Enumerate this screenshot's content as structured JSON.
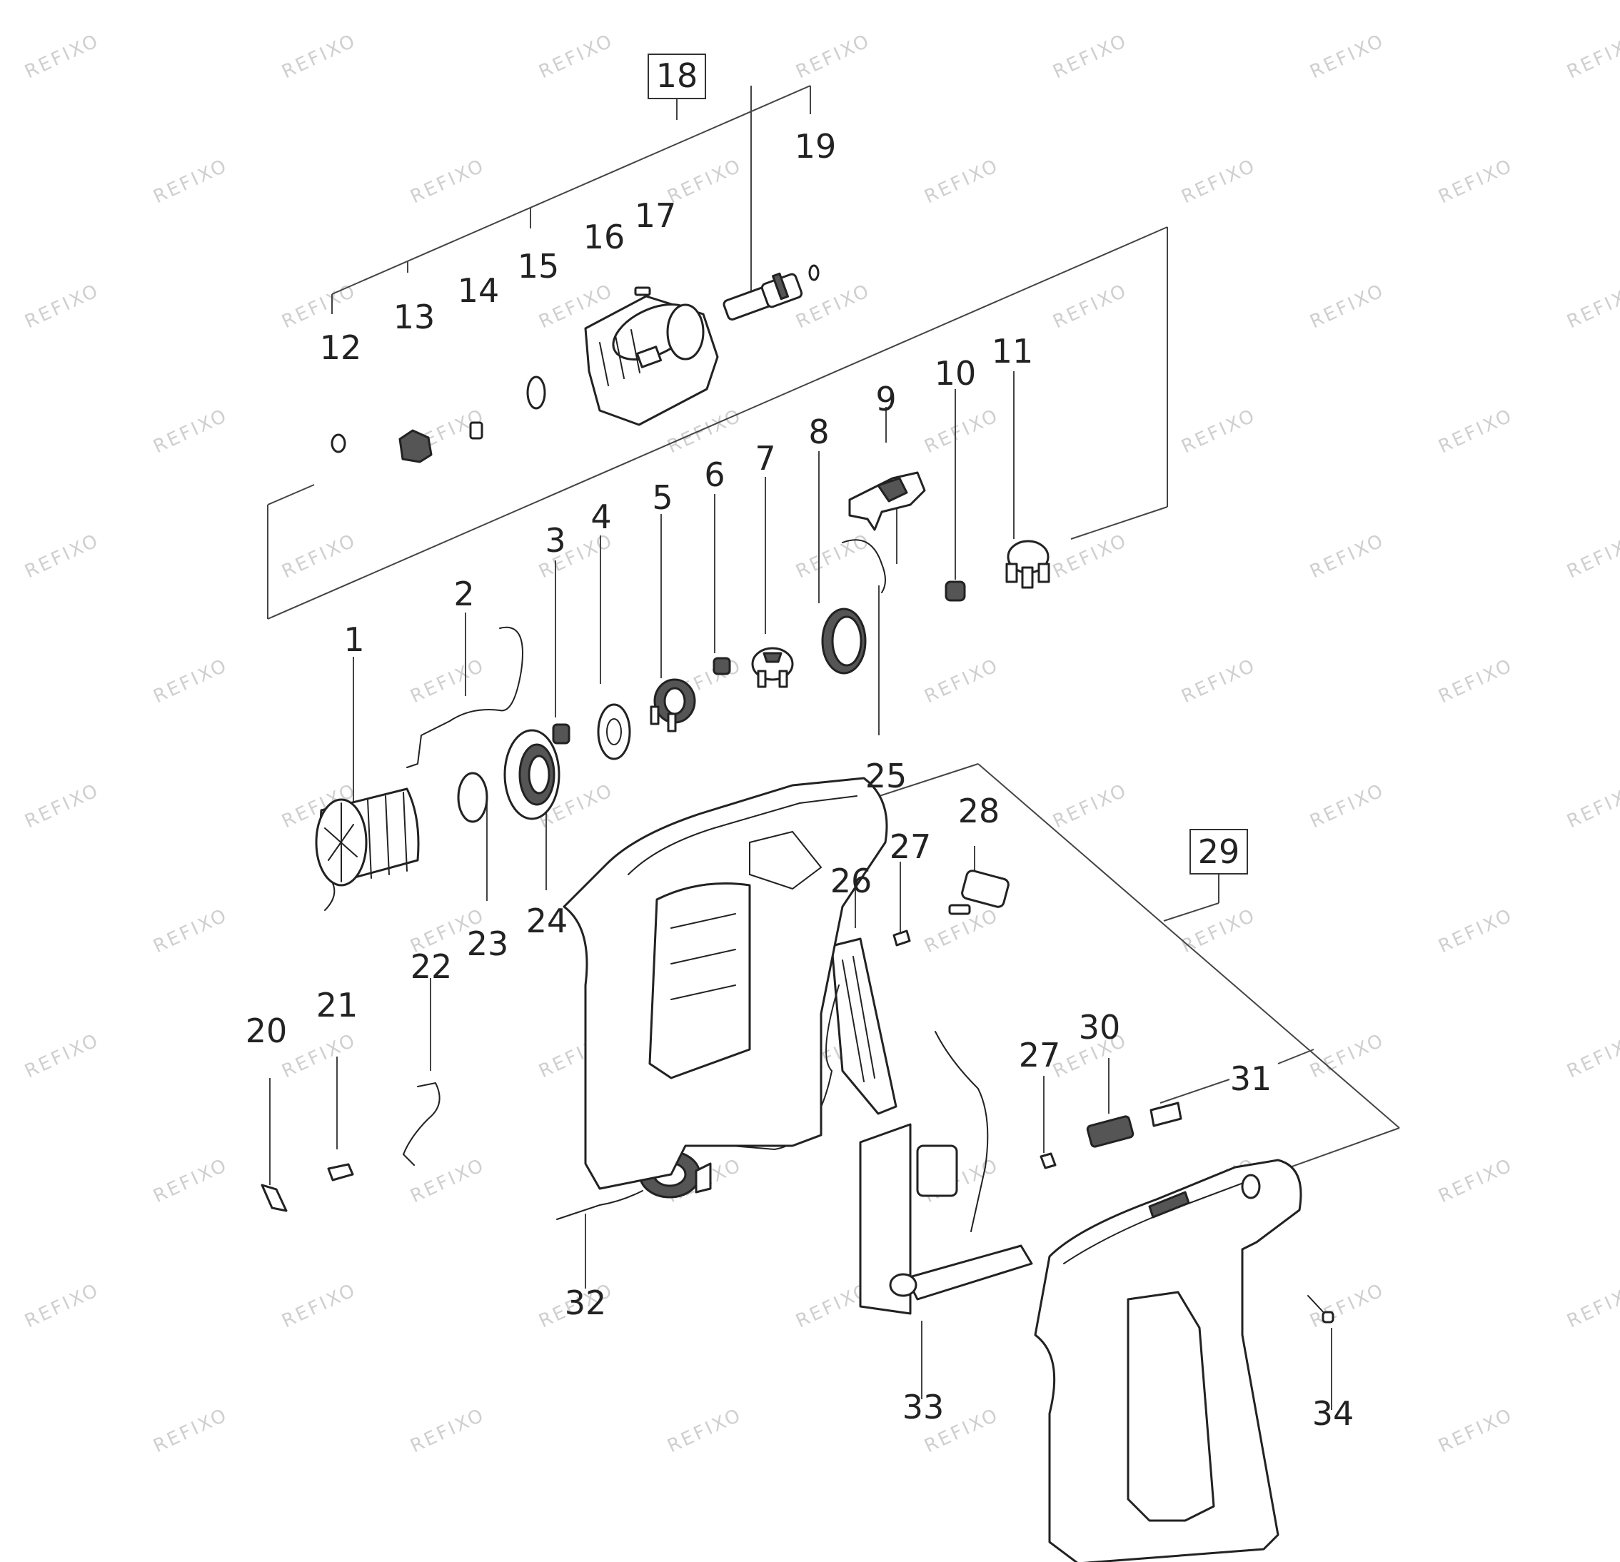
{
  "watermark": "REFIXO",
  "group_labels": {
    "top_assembly": "18",
    "housing_set": "29"
  },
  "part_labels": {
    "p1": "1",
    "p2": "2",
    "p3": "3",
    "p4": "4",
    "p5": "5",
    "p6": "6",
    "p7": "7",
    "p8": "8",
    "p9": "9",
    "p10": "10",
    "p11": "11",
    "p12": "12",
    "p13": "13",
    "p14": "14",
    "p15": "15",
    "p16": "16",
    "p17": "17",
    "p19": "19",
    "p20": "20",
    "p21": "21",
    "p22": "22",
    "p23": "23",
    "p24": "24",
    "p25": "25",
    "p26": "26",
    "p27a": "27",
    "p27b": "27",
    "p28": "28",
    "p30": "30",
    "p31": "31",
    "p32": "32",
    "p33": "33",
    "p34": "34"
  }
}
